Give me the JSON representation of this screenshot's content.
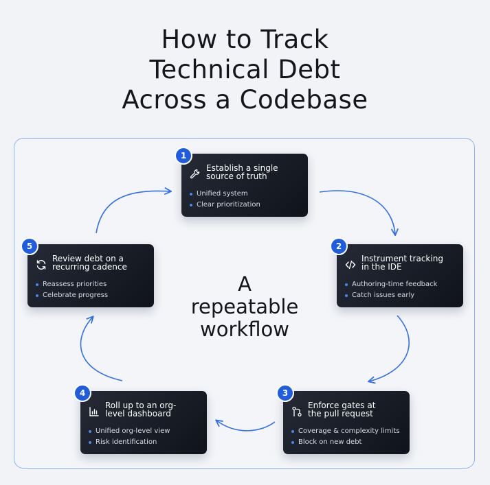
{
  "title": {
    "line1": "How to Track",
    "line2": "Technical Debt",
    "line3": "Across a Codebase"
  },
  "center": {
    "line1": "A",
    "line2": "repeatable",
    "line3": "workflow"
  },
  "colors": {
    "accent": "#1f5de0",
    "arrow": "#2f6ff0",
    "card_bg": "#171b24",
    "frame_border": "#8fb1f0",
    "background": "#f1f3f7"
  },
  "steps": [
    {
      "number": "1",
      "icon": "wrench-icon",
      "title_line1": "Establish a single",
      "title_line2": "source of truth",
      "bullets": [
        "Unified system",
        "Clear prioritization"
      ]
    },
    {
      "number": "2",
      "icon": "code-icon",
      "title_line1": "Instrument tracking",
      "title_line2": "in the IDE",
      "bullets": [
        "Authoring-time feedback",
        "Catch issues early"
      ]
    },
    {
      "number": "3",
      "icon": "git-pull-request-icon",
      "title_line1": "Enforce gates at",
      "title_line2": "the pull request",
      "bullets": [
        "Coverage & complexity limits",
        "Block on new debt"
      ]
    },
    {
      "number": "4",
      "icon": "bar-chart-icon",
      "title_line1": "Roll up to an org-",
      "title_line2": "level dashboard",
      "bullets": [
        "Unified org-level view",
        "Risk identification"
      ]
    },
    {
      "number": "5",
      "icon": "refresh-icon",
      "title_line1": "Review debt on a",
      "title_line2": "recurring cadence",
      "bullets": [
        "Reassess priorities",
        "Celebrate progress"
      ]
    }
  ]
}
